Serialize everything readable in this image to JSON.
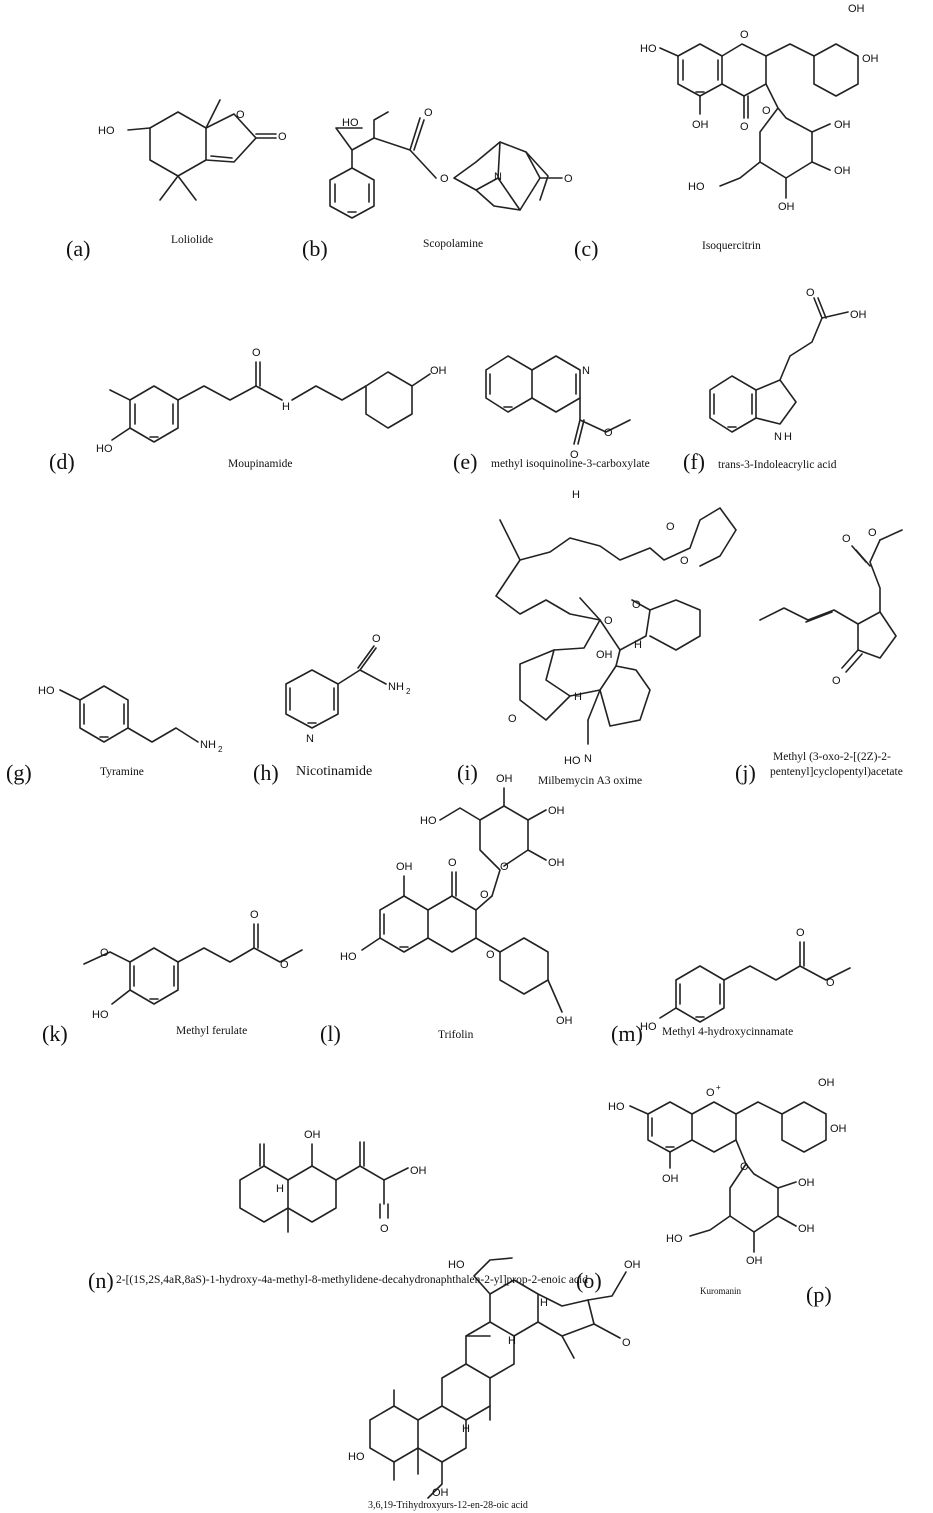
{
  "panels": [
    {
      "letter": "(a)",
      "name": "Loliolide"
    },
    {
      "letter": "(b)",
      "name": "Scopolamine"
    },
    {
      "letter": "(c)",
      "name": "Isoquercitrin"
    },
    {
      "letter": "(d)",
      "name": "Moupinamide"
    },
    {
      "letter": "(e)",
      "name": "methyl isoquinoline-3-carboxylate"
    },
    {
      "letter": "(f)",
      "name": "trans-3-Indoleacrylic acid"
    },
    {
      "letter": "(g)",
      "name": "Tyramine"
    },
    {
      "letter": "(h)",
      "name": "Nicotinamide"
    },
    {
      "letter": "(i)",
      "name": "Milbemycin A3 oxime"
    },
    {
      "letter": "(j)",
      "name": "Methyl (3-oxo-2-[(2Z)-2-",
      "name2": "pentenyl]cyclopentyl)acetate"
    },
    {
      "letter": "(k)",
      "name": "Methyl ferulate"
    },
    {
      "letter": "(l)",
      "name": "Trifolin"
    },
    {
      "letter": "(m)",
      "name": "Methyl 4-hydroxycinnamate"
    },
    {
      "letter": "(n)",
      "name": "2-[(1S,2S,4aR,8aS)-1-hydroxy-4a-methyl-8-methylidene-decahydronaphthalen-2-yl]prop-2-enoic acid"
    },
    {
      "letter": "(o)",
      "name": "Kuromanin"
    },
    {
      "letter": "(p)",
      "name": ""
    },
    {
      "letter": "",
      "name": "3,6,19-Trihydroxyurs-12-en-28-oic acid"
    }
  ],
  "atoms": {
    "oh": "OH",
    "ho": "HO",
    "o": "O",
    "n": "N",
    "nh": "N",
    "h": "H",
    "nh2": "NH",
    "sub2": "2",
    "oplus": "O",
    "plus": "+"
  }
}
